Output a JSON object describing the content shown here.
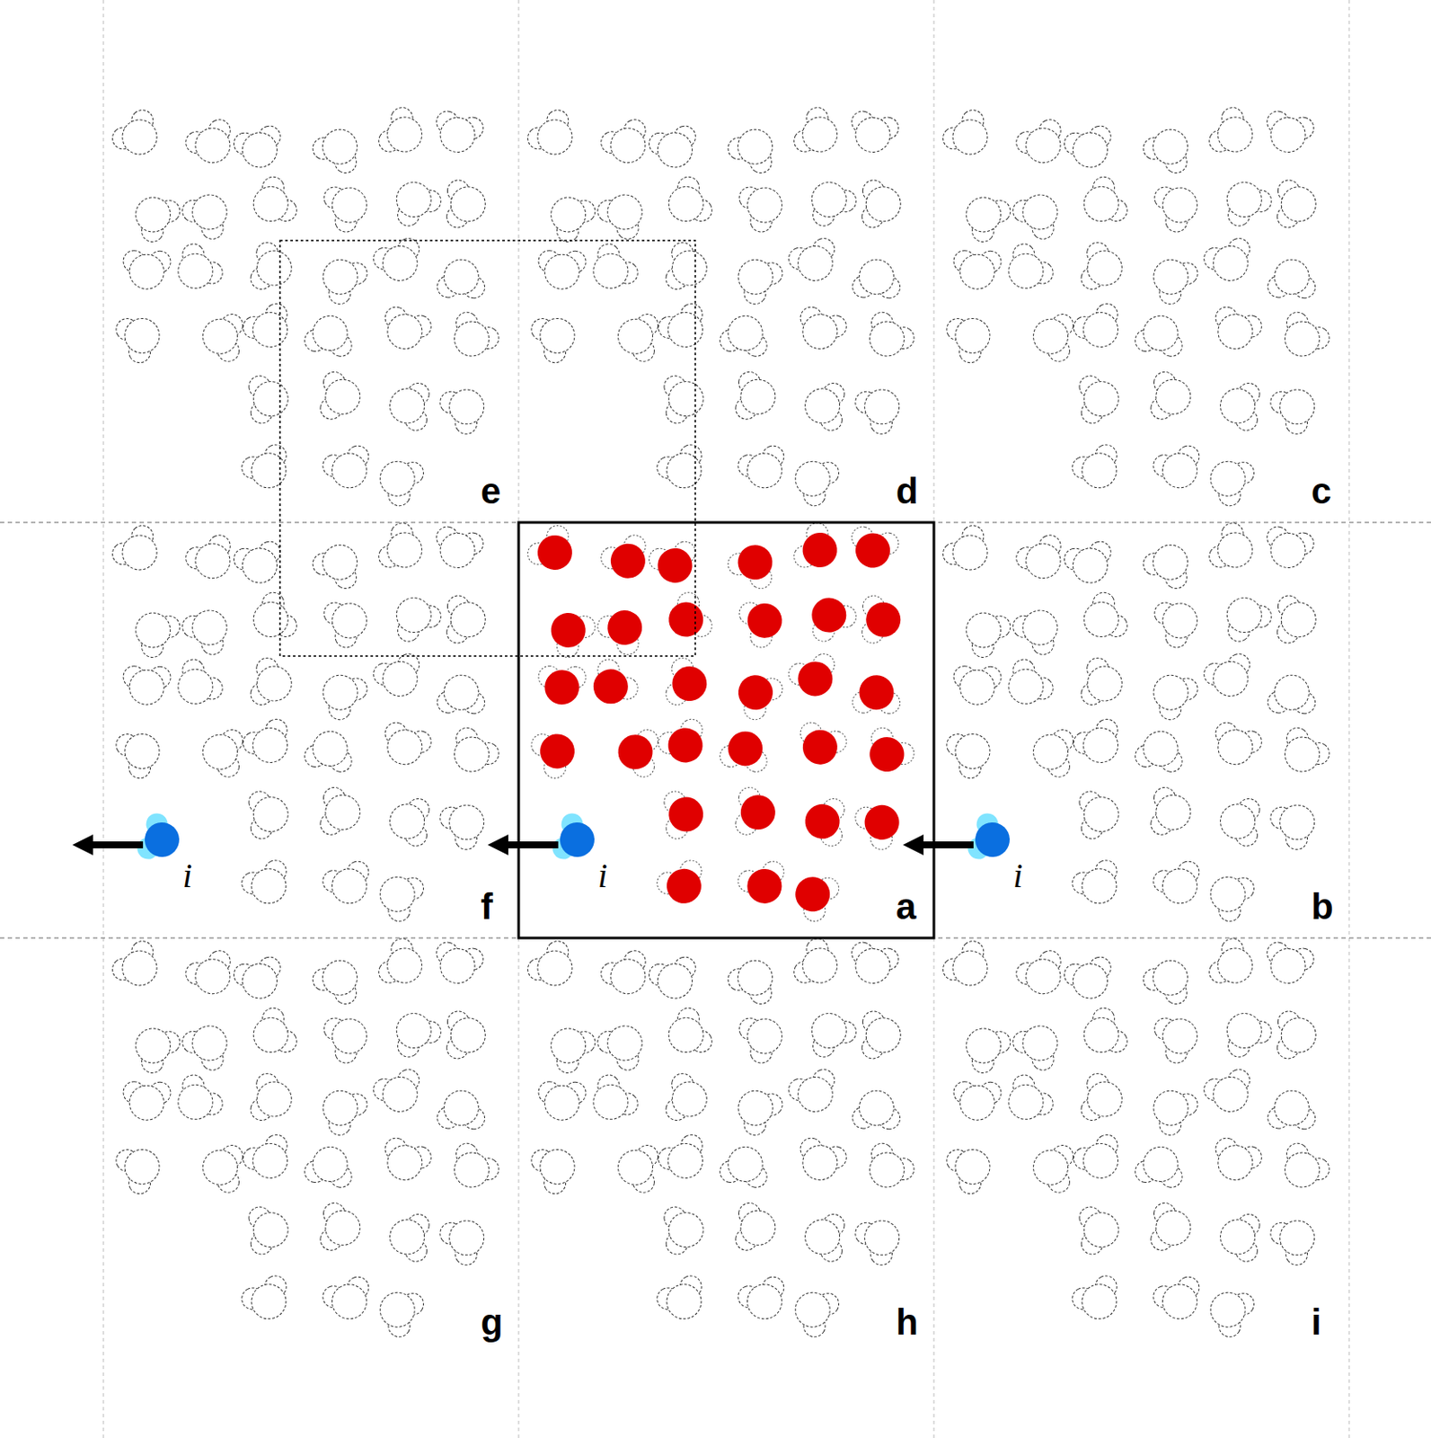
{
  "diagram": {
    "labels": [
      "e",
      "d",
      "c",
      "i",
      "i",
      "i",
      "f",
      "a",
      "b",
      "g",
      "h",
      "i"
    ]
  }
}
